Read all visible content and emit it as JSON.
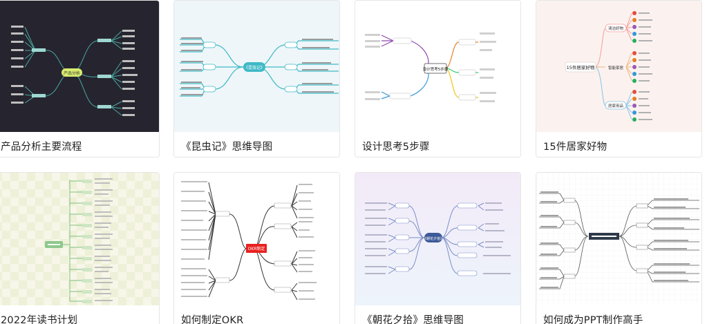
{
  "cards": [
    {
      "title": "产品分析主要流程",
      "center": "产品分析",
      "bg": "#26252f"
    },
    {
      "title": "《昆虫记》思维导图",
      "center": "《昆虫记》",
      "bg": "#eef6f9"
    },
    {
      "title": "设计思考5步骤",
      "center": "设计思考5步骤",
      "bg": "#ffffff"
    },
    {
      "title": "15件居家好物",
      "center": "15件居家好物",
      "bg": "#fbf2ef",
      "branches": [
        "清洁好物",
        "智能家居",
        "居家用品"
      ]
    },
    {
      "title": "2022年读书计划",
      "center": "",
      "bg": "#f7f6e8"
    },
    {
      "title": "如何制定OKR",
      "center": "OKR制定",
      "bg": "#ffffff"
    },
    {
      "title": "《朝花夕拾》思维导图",
      "center": "《朝花夕拾》",
      "bg": "#f1eef9"
    },
    {
      "title": "如何成为PPT制作高手",
      "center": "",
      "bg": "#ffffff"
    }
  ]
}
